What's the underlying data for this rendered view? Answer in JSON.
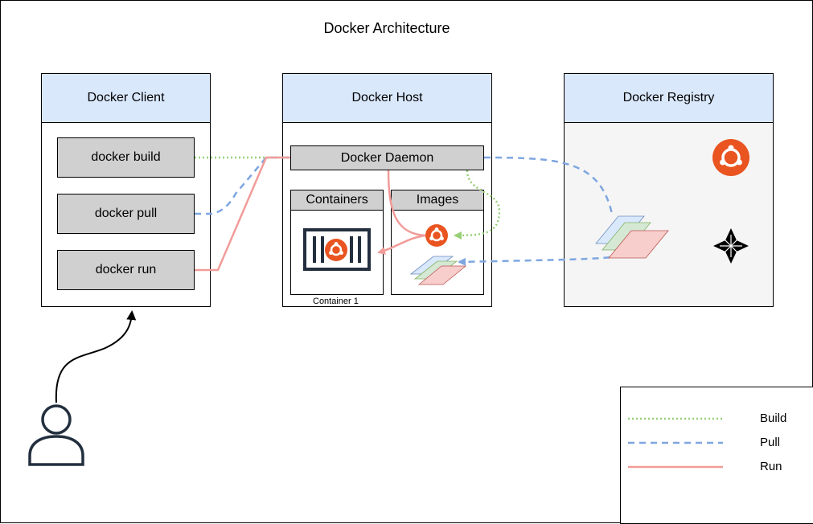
{
  "title": "Docker Architecture",
  "client": {
    "header": "Docker Client",
    "commands": [
      "docker build",
      "docker pull",
      "docker run"
    ]
  },
  "host": {
    "header": "Docker Host",
    "daemon": "Docker Daemon",
    "containers_label": "Containers",
    "images_label": "Images",
    "container_caption": "Container 1"
  },
  "registry": {
    "header": "Docker Registry"
  },
  "legend": {
    "items": [
      {
        "label": "Build",
        "color": "#97d077",
        "style": "dotted"
      },
      {
        "label": "Pull",
        "color": "#7ea6e0",
        "style": "dashed"
      },
      {
        "label": "Run",
        "color": "#f19c99",
        "style": "solid"
      }
    ]
  },
  "colors": {
    "header_fill": "#dae8fc",
    "box_fill": "#d0d0d0",
    "ubuntu_orange": "#e95420",
    "registry_fill": "#f5f5f5"
  },
  "icons": [
    "user-icon",
    "ubuntu-icon",
    "centos-icon",
    "container-icon",
    "image-layers-icon"
  ]
}
